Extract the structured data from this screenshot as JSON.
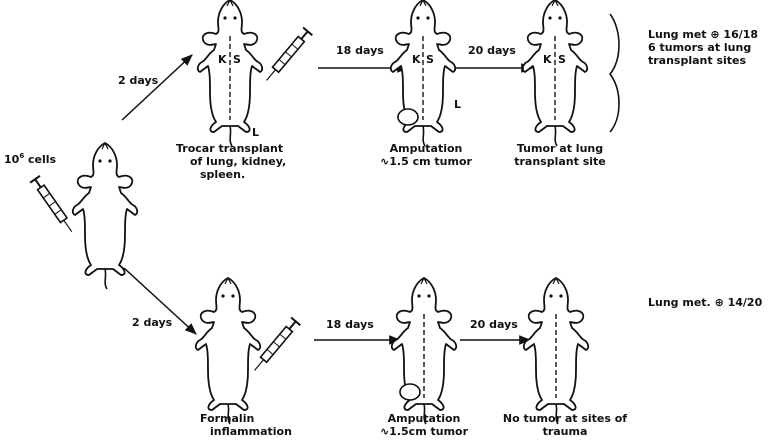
{
  "start": {
    "cells_exp": "6",
    "cells_text": "cells",
    "cells_base": "10"
  },
  "arrows": {
    "top_first": "2 days",
    "top_second": "18 days",
    "top_third": "20 days",
    "bottom_first": "2 days",
    "bottom_second": "18 days",
    "bottom_third": "20 days"
  },
  "top_row": {
    "step1": [
      "Trocar transplant",
      "of lung, kidney,",
      "spleen."
    ],
    "step2": [
      "Amputation",
      "∿1.5 cm tumor"
    ],
    "step3": [
      "Tumor at lung",
      "transplant site"
    ],
    "result": [
      "Lung met ⊕ 16/18",
      "6 tumors at lung",
      "transplant sites"
    ],
    "organ_k": "K",
    "organ_s": "S",
    "leg_l": "L"
  },
  "bottom_row": {
    "step1": [
      "Formalin",
      "inflammation"
    ],
    "step2": [
      "Amputation",
      "∿1.5cm tumor"
    ],
    "step3": [
      "No tumor at sites of",
      "trauma"
    ],
    "result": [
      "Lung met. ⊕ 14/20"
    ]
  }
}
